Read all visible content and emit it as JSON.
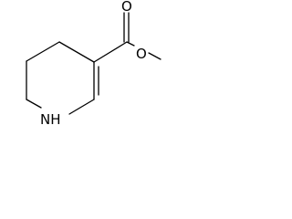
{
  "molecule": {
    "atoms": {
      "nh": "NH",
      "carbonyl_oxygen": "O",
      "ester_oxygen": "O"
    }
  }
}
